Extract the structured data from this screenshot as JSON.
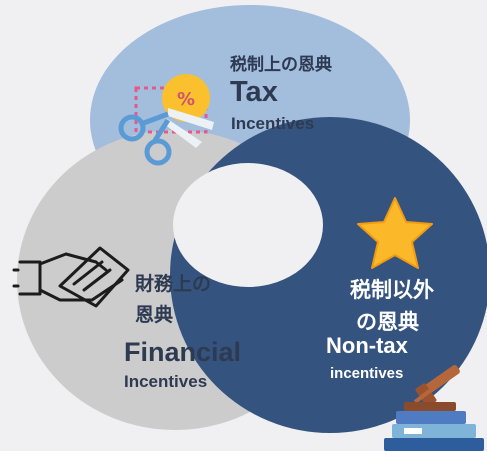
{
  "colors": {
    "background": "#f0f0f2",
    "tax_ring": "#a3bddc",
    "financial_ring": "#cccccc",
    "nontax_ring": "#34547f",
    "dark_text": "#2e3a52",
    "light_text": "#ffffff",
    "coin": "#fbc02d",
    "star": "#fbb829"
  },
  "tax": {
    "jp": "税制上の恩典",
    "en_title": "Tax",
    "en_sub": "Incentives",
    "icon": "scissors-coupon-icon"
  },
  "financial": {
    "jp_line1": "財務上の",
    "jp_line2": "恩典",
    "en_title": "Financial",
    "en_sub": "Incentives",
    "icon": "handshake-money-icon"
  },
  "nontax": {
    "jp_line1": "税制以外",
    "jp_line2": "の恩典",
    "en_title": "Non-tax",
    "en_sub": "incentives",
    "icons": [
      "star-icon",
      "gavel-books-icon"
    ]
  }
}
